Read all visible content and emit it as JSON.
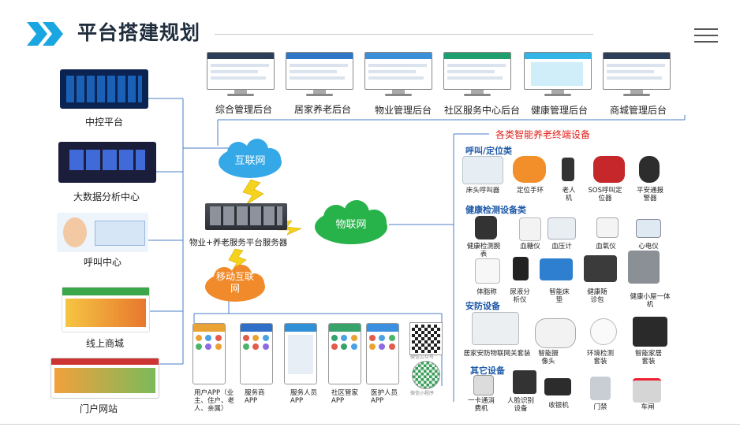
{
  "header": {
    "title": "平台搭建规划"
  },
  "left_systems": [
    {
      "label": "中控平台"
    },
    {
      "label": "大数据分析中心"
    },
    {
      "label": "呼叫中心"
    },
    {
      "label": "线上商城"
    },
    {
      "label": "门户网站"
    }
  ],
  "backends": [
    {
      "label": "综合管理后台"
    },
    {
      "label": "居家养老后台"
    },
    {
      "label": "物业管理后台"
    },
    {
      "label": "社区服务中心后台"
    },
    {
      "label": "健康管理后台"
    },
    {
      "label": "商城管理后台"
    }
  ],
  "clouds": {
    "internet": "互联网",
    "iot": "物联网",
    "mobile": "移动互联网"
  },
  "server": {
    "label": "物业+养老服务平台服务器"
  },
  "devices": {
    "title": "各类智能养老终端设备",
    "sections": [
      {
        "title": "呼叫/定位类",
        "items": [
          "床头呼叫器",
          "定位手环",
          "老人机",
          "SOS呼叫定位器",
          "平安通报警器"
        ]
      },
      {
        "title": "健康检测设备类",
        "items": [
          "健康检测腕表",
          "血糖仪",
          "血压计",
          "血氧仪",
          "心电仪",
          "体脂称",
          "尿液分析仪",
          "智能床垫",
          "健康随诊包",
          "健康小屋一体机"
        ]
      },
      {
        "title": "安防设备",
        "items": [
          "居家安防物联网关套装",
          "智能摄像头",
          "环境检测套装",
          "智能家居套装"
        ]
      },
      {
        "title": "其它设备",
        "items": [
          "一卡通消费机",
          "人脸识别设备",
          "收银机",
          "门禁",
          "车闸"
        ]
      }
    ]
  },
  "apps": [
    {
      "label": "用户APP（业主、住户、老人、亲属）"
    },
    {
      "label": "服务商APP"
    },
    {
      "label": "服务人员APP"
    },
    {
      "label": "社区管家APP"
    },
    {
      "label": "医护人员APP"
    }
  ],
  "qr_codes": [
    {
      "label": "微信公众号"
    },
    {
      "label": "微信小程序"
    }
  ],
  "colors": {
    "accent": "#1aa6e0",
    "line": "#4a7cc9",
    "internet_cloud": "#35a9e8",
    "iot_cloud": "#27b24a",
    "mobile_cloud": "#f08a2a",
    "device_title": "#e0201b"
  }
}
